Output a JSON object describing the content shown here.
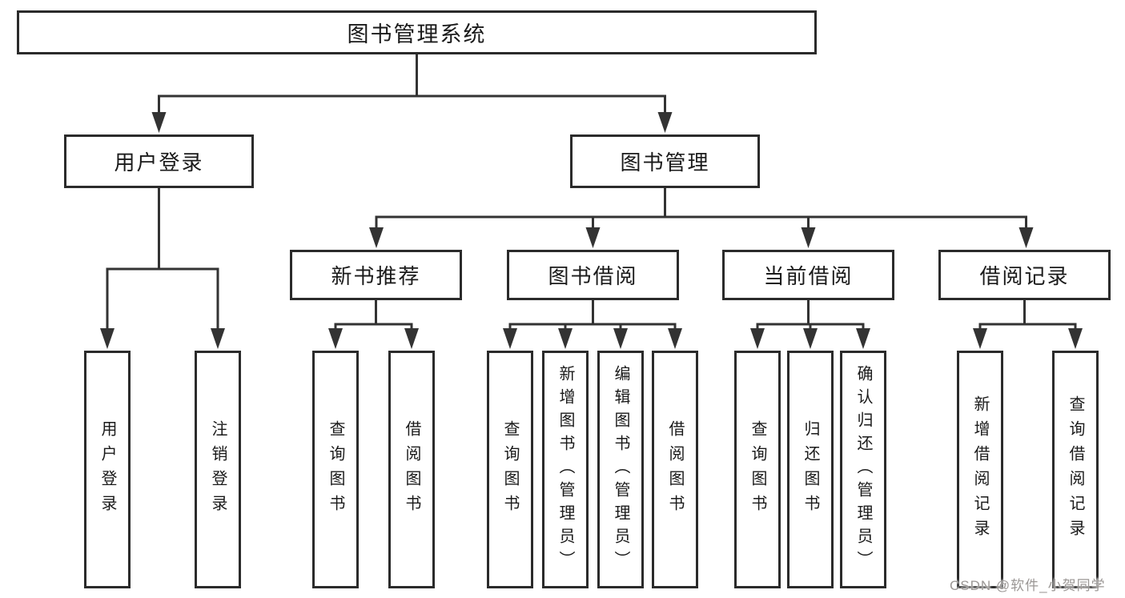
{
  "tree": {
    "root": {
      "label": "图书管理系统",
      "children": [
        {
          "label": "用户登录",
          "children": [
            {
              "label": "用户登录"
            },
            {
              "label": "注销登录"
            }
          ]
        },
        {
          "label": "图书管理",
          "children": [
            {
              "label": "新书推荐",
              "children": [
                {
                  "label": "查询图书"
                },
                {
                  "label": "借阅图书"
                }
              ]
            },
            {
              "label": "图书借阅",
              "children": [
                {
                  "label": "查询图书"
                },
                {
                  "label": "新增图书（管理员）"
                },
                {
                  "label": "编辑图书（管理员）"
                },
                {
                  "label": "借阅图书"
                }
              ]
            },
            {
              "label": "当前借阅",
              "children": [
                {
                  "label": "查询图书"
                },
                {
                  "label": "归还图书"
                },
                {
                  "label": "确认归还（管理员）"
                }
              ]
            },
            {
              "label": "借阅记录",
              "children": [
                {
                  "label": "新增借阅记录"
                },
                {
                  "label": "查询借阅记录"
                }
              ]
            }
          ]
        }
      ]
    }
  },
  "watermark": {
    "text": "CSDN @软件_小贺同学"
  },
  "colors": {
    "line": "#333333",
    "box_border": "#2b2b2b",
    "text": "#1a1a1a",
    "watermark": "#9b9795",
    "background": "#ffffff"
  }
}
